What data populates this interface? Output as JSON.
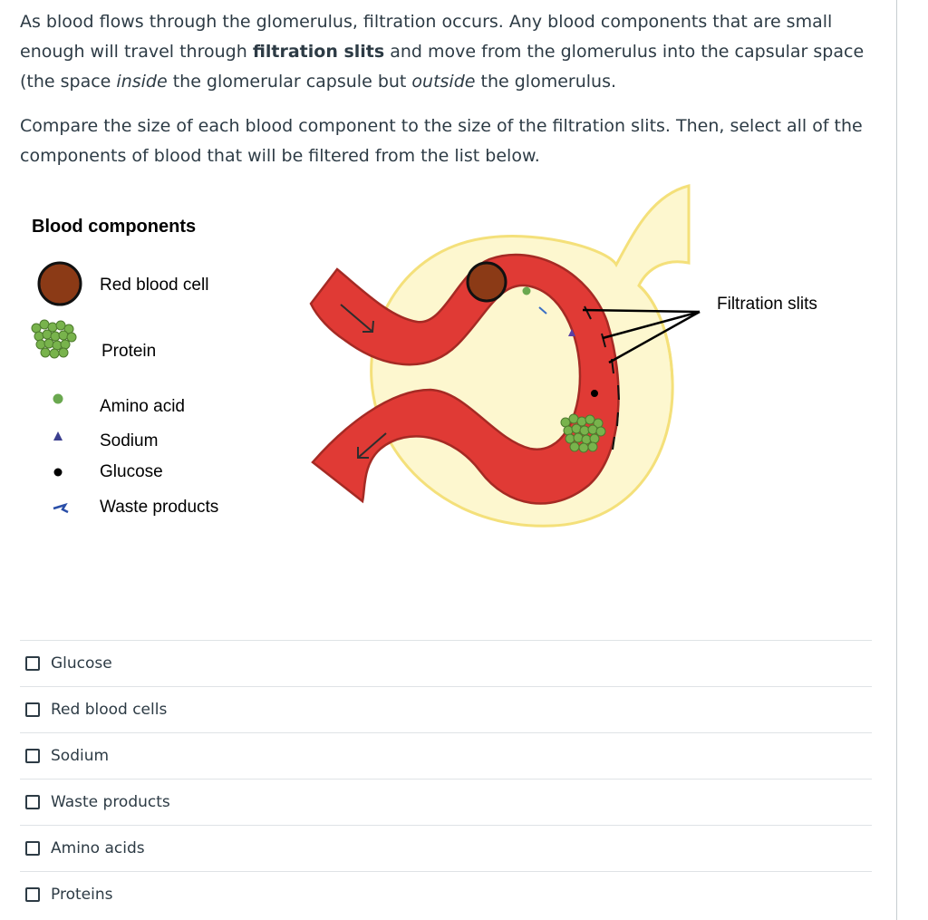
{
  "question": {
    "p1_a": "As blood flows through the glomerulus, filtration occurs. Any blood components that are small enough will travel through ",
    "p1_b": "filtration slits",
    "p1_c": " and move from the glomerulus into the capsular space (the space ",
    "p1_d": "inside",
    "p1_e": " the glomerular capsule but ",
    "p1_f": "outside",
    "p1_g": " the glomerulus.",
    "p2": "Compare the size of each blood component to the size of the filtration slits. Then, select all of the components of blood that will be filtered from the list below."
  },
  "diagram": {
    "legend_title": "Blood components",
    "legend": [
      {
        "label": "Red blood cell",
        "icon": "red-blood-cell-icon"
      },
      {
        "label": "Protein",
        "icon": "protein-cluster-icon"
      },
      {
        "label": "Amino acid",
        "icon": "green-dot-icon"
      },
      {
        "label": "Sodium",
        "icon": "purple-triangle-icon"
      },
      {
        "label": "Glucose",
        "icon": "black-dot-icon"
      },
      {
        "label": "Waste products",
        "icon": "blue-squiggle-icon"
      }
    ],
    "callout": "Filtration slits",
    "colors": {
      "vessel": "#e03a35",
      "vessel_edge": "#a52a24",
      "capsule": "#fdf7cf",
      "capsule_edge": "#f4e07a",
      "rbc": "#8b3a16",
      "protein": "#78b34c",
      "amino": "#6aa84f",
      "sodium": "#5b3fa6",
      "waste": "#3b6fc4"
    }
  },
  "answers": [
    {
      "label": "Glucose",
      "checked": false
    },
    {
      "label": "Red blood cells",
      "checked": false
    },
    {
      "label": "Sodium",
      "checked": false
    },
    {
      "label": "Waste products",
      "checked": false
    },
    {
      "label": "Amino acids",
      "checked": false
    },
    {
      "label": "Proteins",
      "checked": false
    }
  ]
}
